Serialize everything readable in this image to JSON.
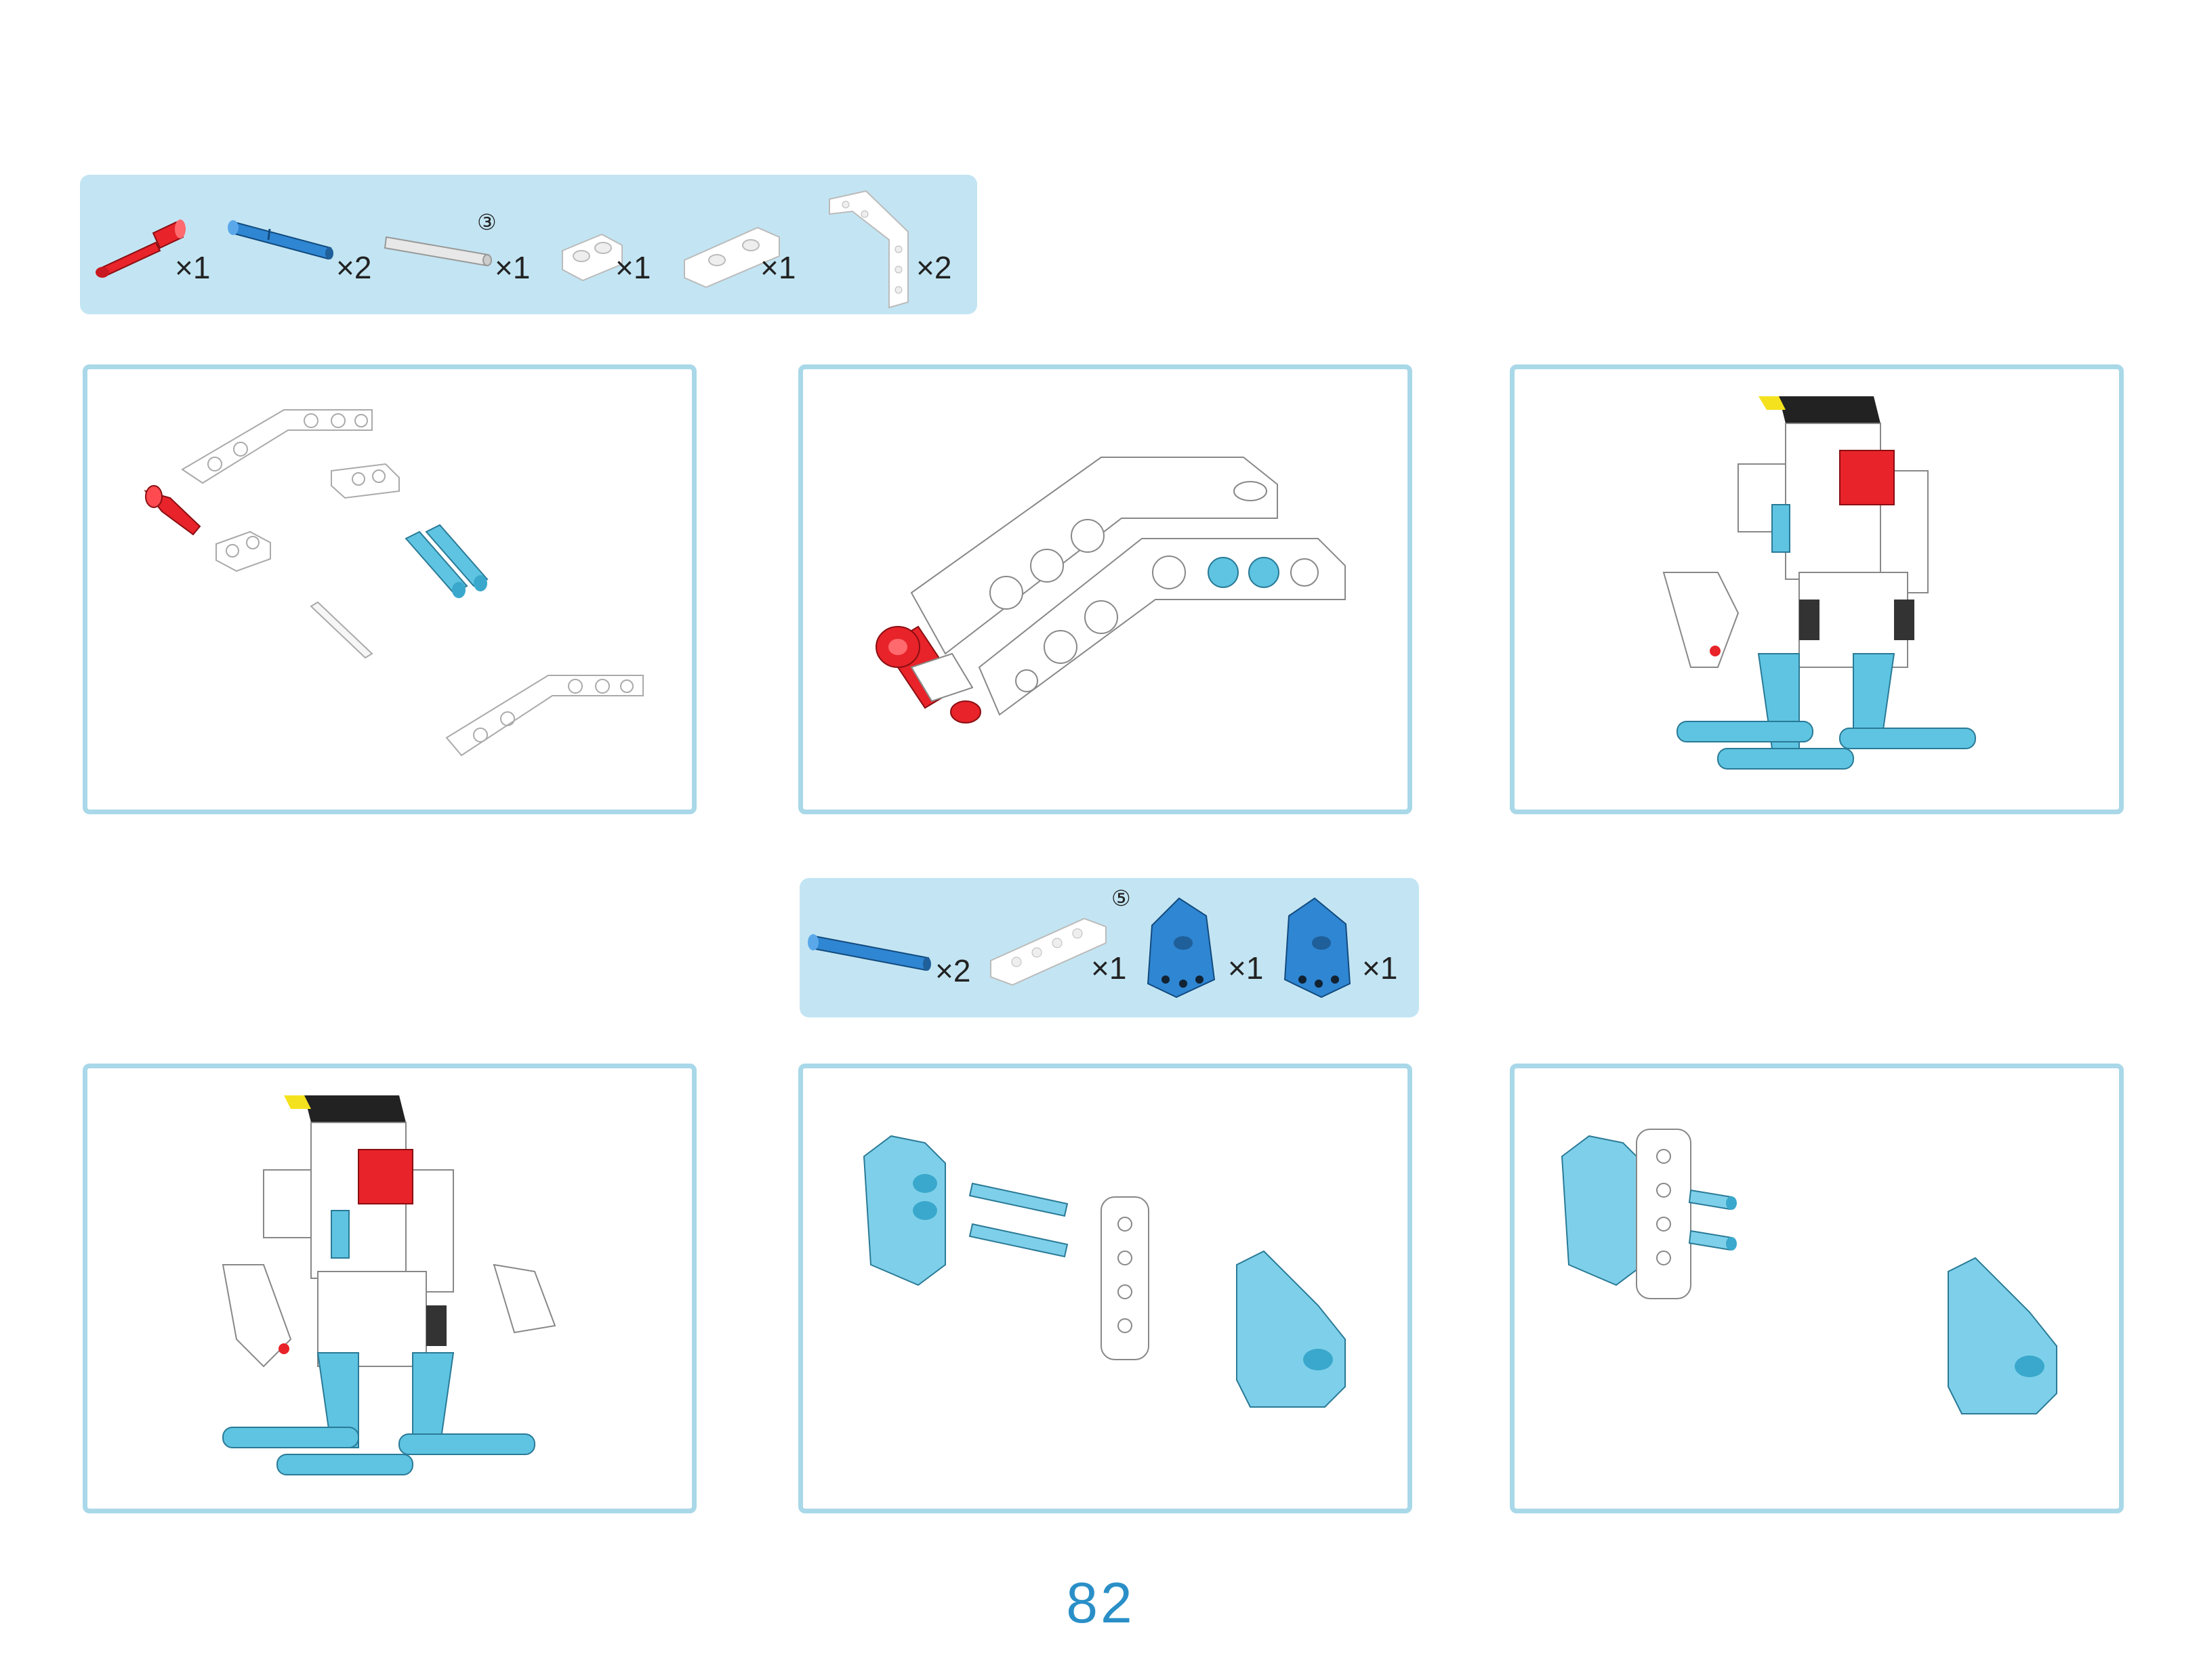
{
  "parts_list_1": {
    "items": [
      {
        "part": "red-pin-icon",
        "qty": "×1"
      },
      {
        "part": "blue-pin-icon",
        "qty": "×2"
      },
      {
        "part": "grey-axle-icon",
        "qty": "×1",
        "length": "③"
      },
      {
        "part": "white-connector-icon",
        "qty": "×1"
      },
      {
        "part": "white-double-connector-icon",
        "qty": "×1"
      },
      {
        "part": "white-angled-beam-icon",
        "qty": "×2"
      }
    ]
  },
  "parts_list_2": {
    "items": [
      {
        "part": "blue-long-pin-icon",
        "qty": "×2"
      },
      {
        "part": "white-beam-icon",
        "qty": "×1",
        "length": "⑤"
      },
      {
        "part": "blue-shell-left-icon",
        "qty": "×1"
      },
      {
        "part": "blue-shell-right-icon",
        "qty": "×1"
      }
    ]
  },
  "steps": [
    {
      "id": "step-1",
      "content": "exploded-parts-illustration"
    },
    {
      "id": "step-2",
      "content": "angled-beam-assembly-illustration"
    },
    {
      "id": "step-3",
      "content": "robot-assembly-illustration"
    },
    {
      "id": "step-4",
      "content": "robot-assembly-illustration"
    },
    {
      "id": "step-5",
      "content": "shell-parts-illustration"
    },
    {
      "id": "step-6",
      "content": "shell-assembly-illustration"
    }
  ],
  "colors": {
    "panel_border": "#a9d8e8",
    "parts_background": "#c3e5f3",
    "red_part": "#e8232a",
    "blue_part": "#2f86d2",
    "light_blue_part": "#5ec4e2",
    "page_number": "#2a8fc7"
  },
  "page_number": "82"
}
